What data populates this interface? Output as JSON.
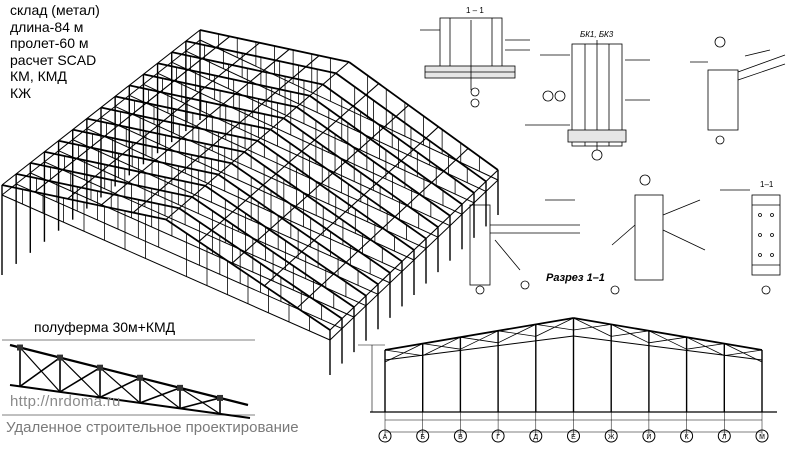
{
  "caption": {
    "line1": "склад (метал)",
    "line2": "длина-84 м",
    "line3": "пролет-60 м",
    "line4": "расчет SCAD",
    "line5": "КМ, КМД",
    "line6": "КЖ"
  },
  "truss_caption": "полуферма 30м+КМД",
  "watermark": {
    "url": "http://nrdoma.ru",
    "text": "Удаленное строительное проектирование"
  },
  "details": {
    "section_1_1": "1 – 1",
    "bk_label": "БК1, БК3",
    "section_1_1_b": "1–1",
    "razrez": "Разрез 1–1"
  },
  "grid_axes": [
    "А",
    "Б",
    "В",
    "Г",
    "Д",
    "Е",
    "Ж",
    "И",
    "К",
    "Л",
    "М"
  ]
}
